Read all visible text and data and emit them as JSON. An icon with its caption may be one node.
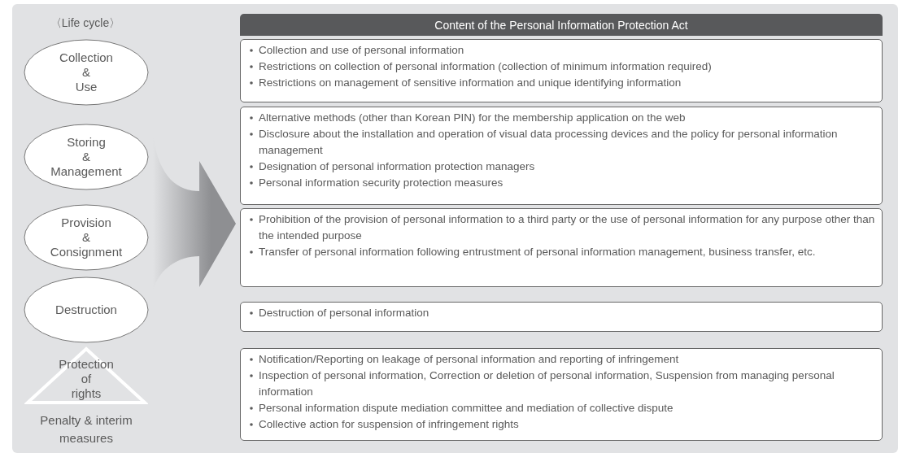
{
  "diagram": {
    "nodes": [
      {
        "text": [
          "Content of the Personal Information Protection Act"
        ]
      },
      {
        "text": [
          "Collection & Use"
        ]
      },
      {
        "text": [
          "Storing & Management"
        ]
      },
      {
        "text": [
          "Provision & Consignment"
        ]
      },
      {
        "text": [
          "Destruction"
        ]
      },
      {
        "text": [
          "Protection of rights"
        ],
        "beside": [
          "Penalty & interim measures"
        ]
      },
      {
        "text": [
          "Collection and use of personal information",
          "Restrictions on collection of personal information (collection of minimum information required)",
          "Restrictions on management of sensitive information and unique identifying information"
        ]
      },
      {
        "text": [
          "Alternative methods (other than Korean PIN) for the membership application on the web",
          "Disclosure about the installation and operation of visual data processing devices and the policy for personal information management",
          "Designation of personal information protection managers",
          "Personal information security protection measures"
        ]
      },
      {
        "text": [
          "Prohibition of the provision of personal information to a third party or the use of personal information for any purpose other than the intended purpose",
          "Transfer of personal information following entrustment of personal information management, business transfer, etc."
        ]
      },
      {
        "text": [
          "Destruction of personal information"
        ]
      },
      {
        "text": [
          "Notification/Reporting on leakage of personal information and reporting of infringement",
          "Inspection of personal information, Correction or deletion of personal information, Suspension from managing personal information",
          "Personal information dispute mediation committee and mediation of collective dispute",
          "Collective action for suspension of infringement rights"
        ]
      }
    ],
    "edges": [],
    "labels": [
      "〈Life cycle〉"
    ]
  }
}
